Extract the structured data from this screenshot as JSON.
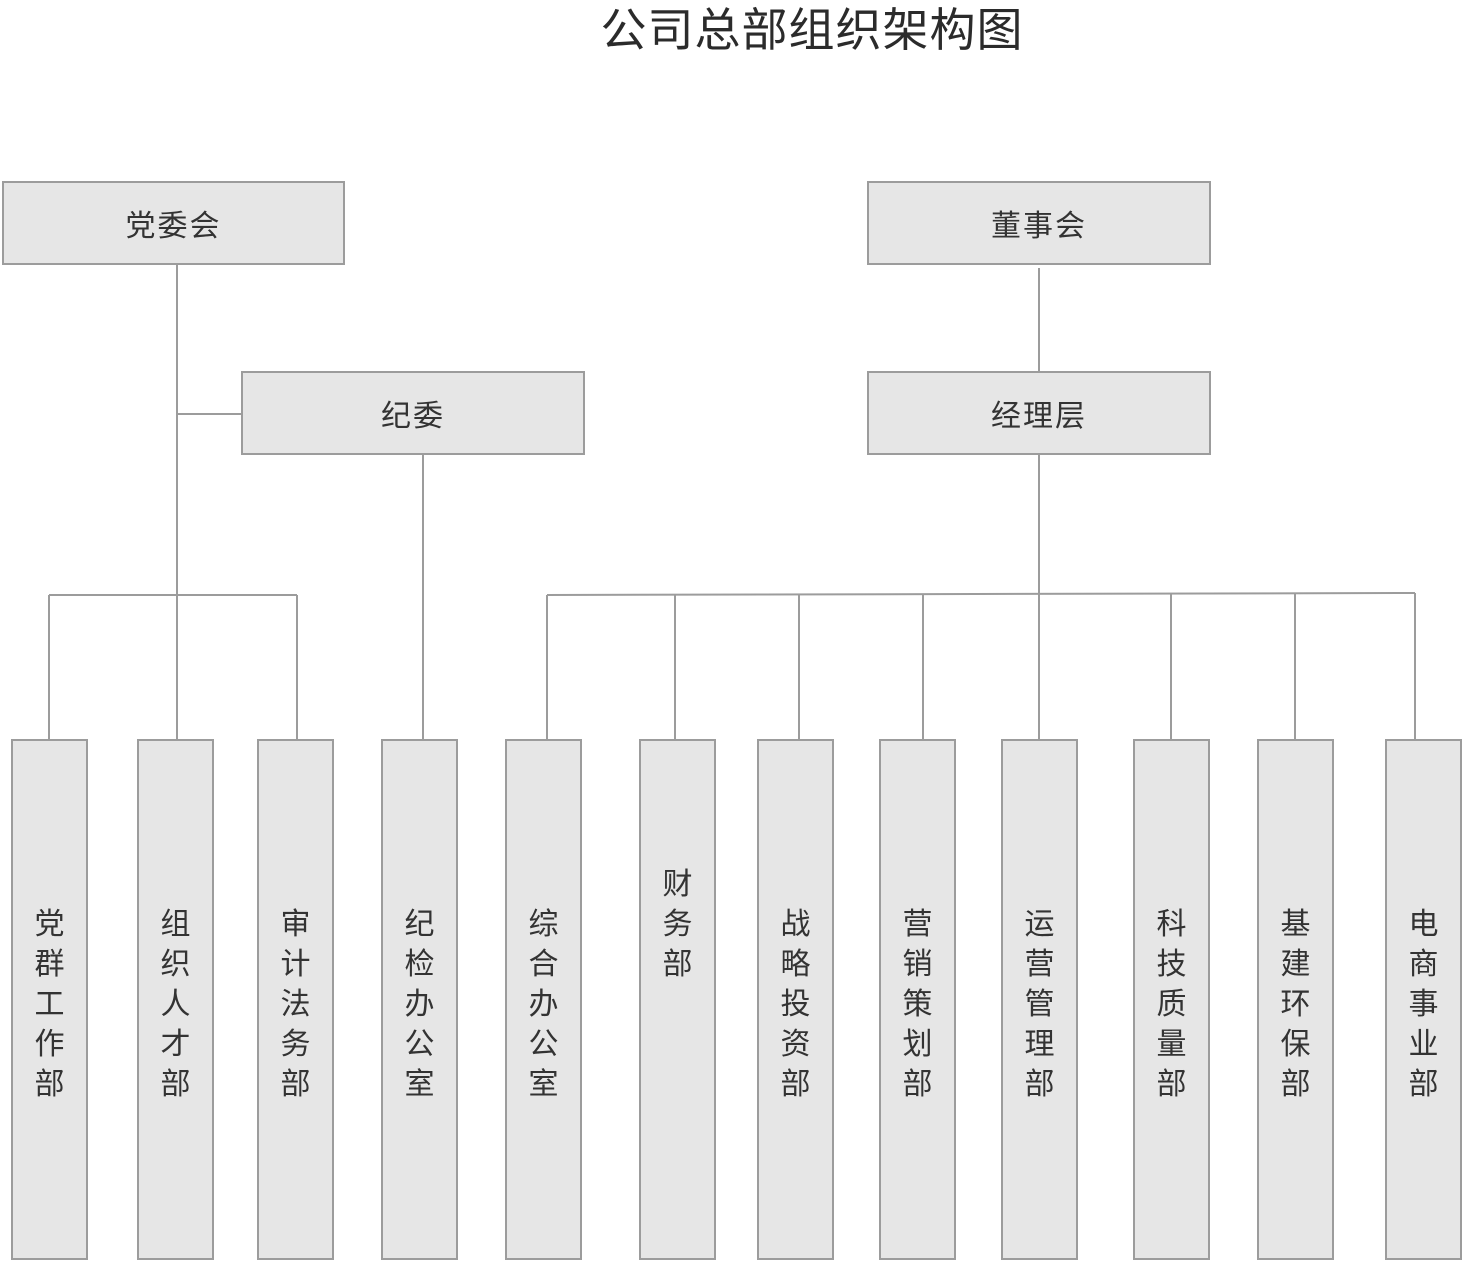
{
  "title": "公司总部组织架构图",
  "top_nodes": {
    "party_committee": "党委会",
    "board": "董事会",
    "discipline_committee": "纪委",
    "management": "经理层"
  },
  "departments": [
    "党群工作部",
    "组织人才部",
    "审计法务部",
    "纪检办公室",
    "综合办公室",
    "财务部",
    "战略投资部",
    "营销策划部",
    "运营管理部",
    "科技质量部",
    "基建环保部",
    "电商事业部"
  ],
  "colors": {
    "box_fill": "#e6e6e6",
    "border": "#9c9c9c",
    "text": "#333333"
  }
}
